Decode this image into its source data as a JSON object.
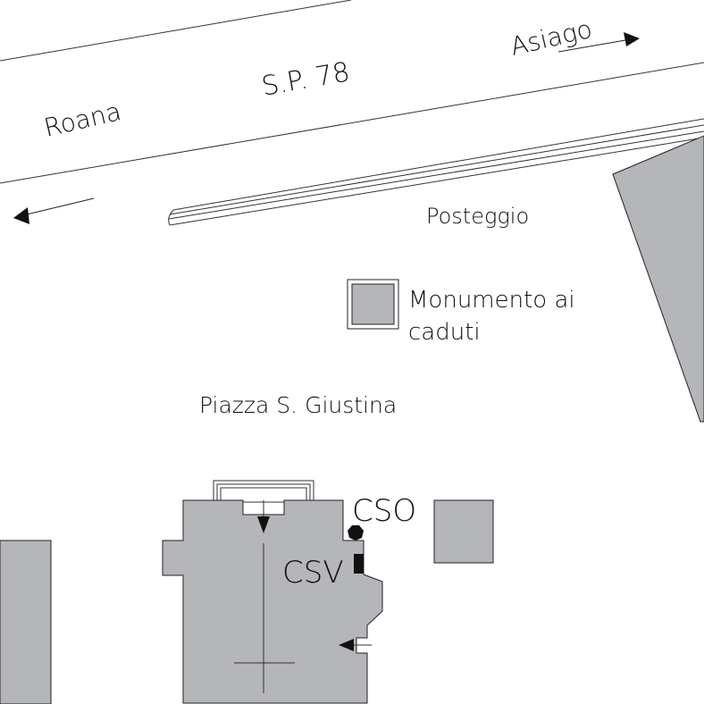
{
  "labels": {
    "road": "S.P. 78",
    "direction_east": "Asiago",
    "direction_west": "Roana",
    "parking": "Posteggio",
    "monument_line1": "Monumento ai",
    "monument_line2": "caduti",
    "square": "Piazza S. Giustina",
    "cso": "CSO",
    "csv": "CSV"
  },
  "colors": {
    "building": "#b5b6b9",
    "line": "#222222"
  }
}
